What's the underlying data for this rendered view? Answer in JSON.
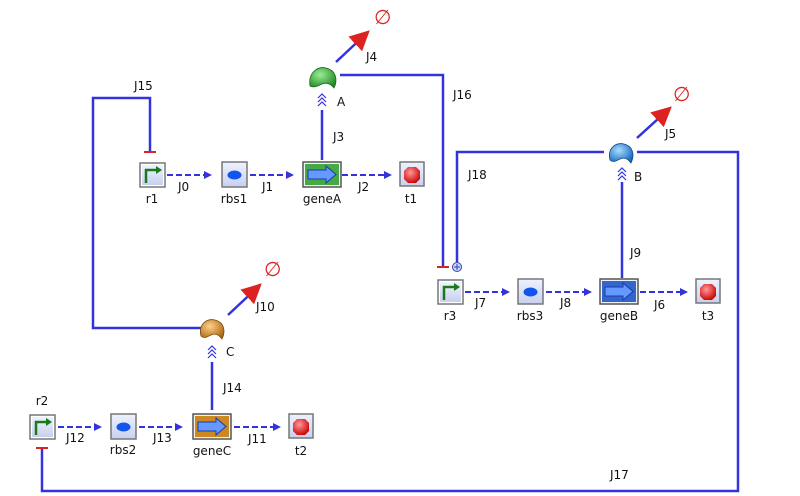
{
  "parts": {
    "r1": "r1",
    "rbs1": "rbs1",
    "geneA": "geneA",
    "t1": "t1",
    "r2": "r2",
    "rbs2": "rbs2",
    "geneC": "geneC",
    "t2": "t2",
    "r3": "r3",
    "rbs3": "rbs3",
    "geneB": "geneB",
    "t3": "t3"
  },
  "species": {
    "A": "A",
    "B": "B",
    "C": "C"
  },
  "reactions": {
    "J0": "J0",
    "J1": "J1",
    "J2": "J2",
    "J3": "J3",
    "J4": "J4",
    "J5": "J5",
    "J6": "J6",
    "J7": "J7",
    "J8": "J8",
    "J9": "J9",
    "J10": "J10",
    "J11": "J11",
    "J12": "J12",
    "J13": "J13",
    "J14": "J14",
    "J15": "J15",
    "J16": "J16",
    "J17": "J17",
    "J18": "J18"
  },
  "degradation_symbol": "∅",
  "colors": {
    "wire": "#3333dd",
    "degradation": "#dd2222",
    "inhibit": "#dd2222",
    "species_A": "#33aa33",
    "species_B": "#2277cc",
    "species_C": "#cc8822",
    "geneA": "#33aa33",
    "geneB": "#3366cc",
    "geneC": "#cc8822",
    "terminator": "#ee2222",
    "rbs": "#1155ee"
  }
}
